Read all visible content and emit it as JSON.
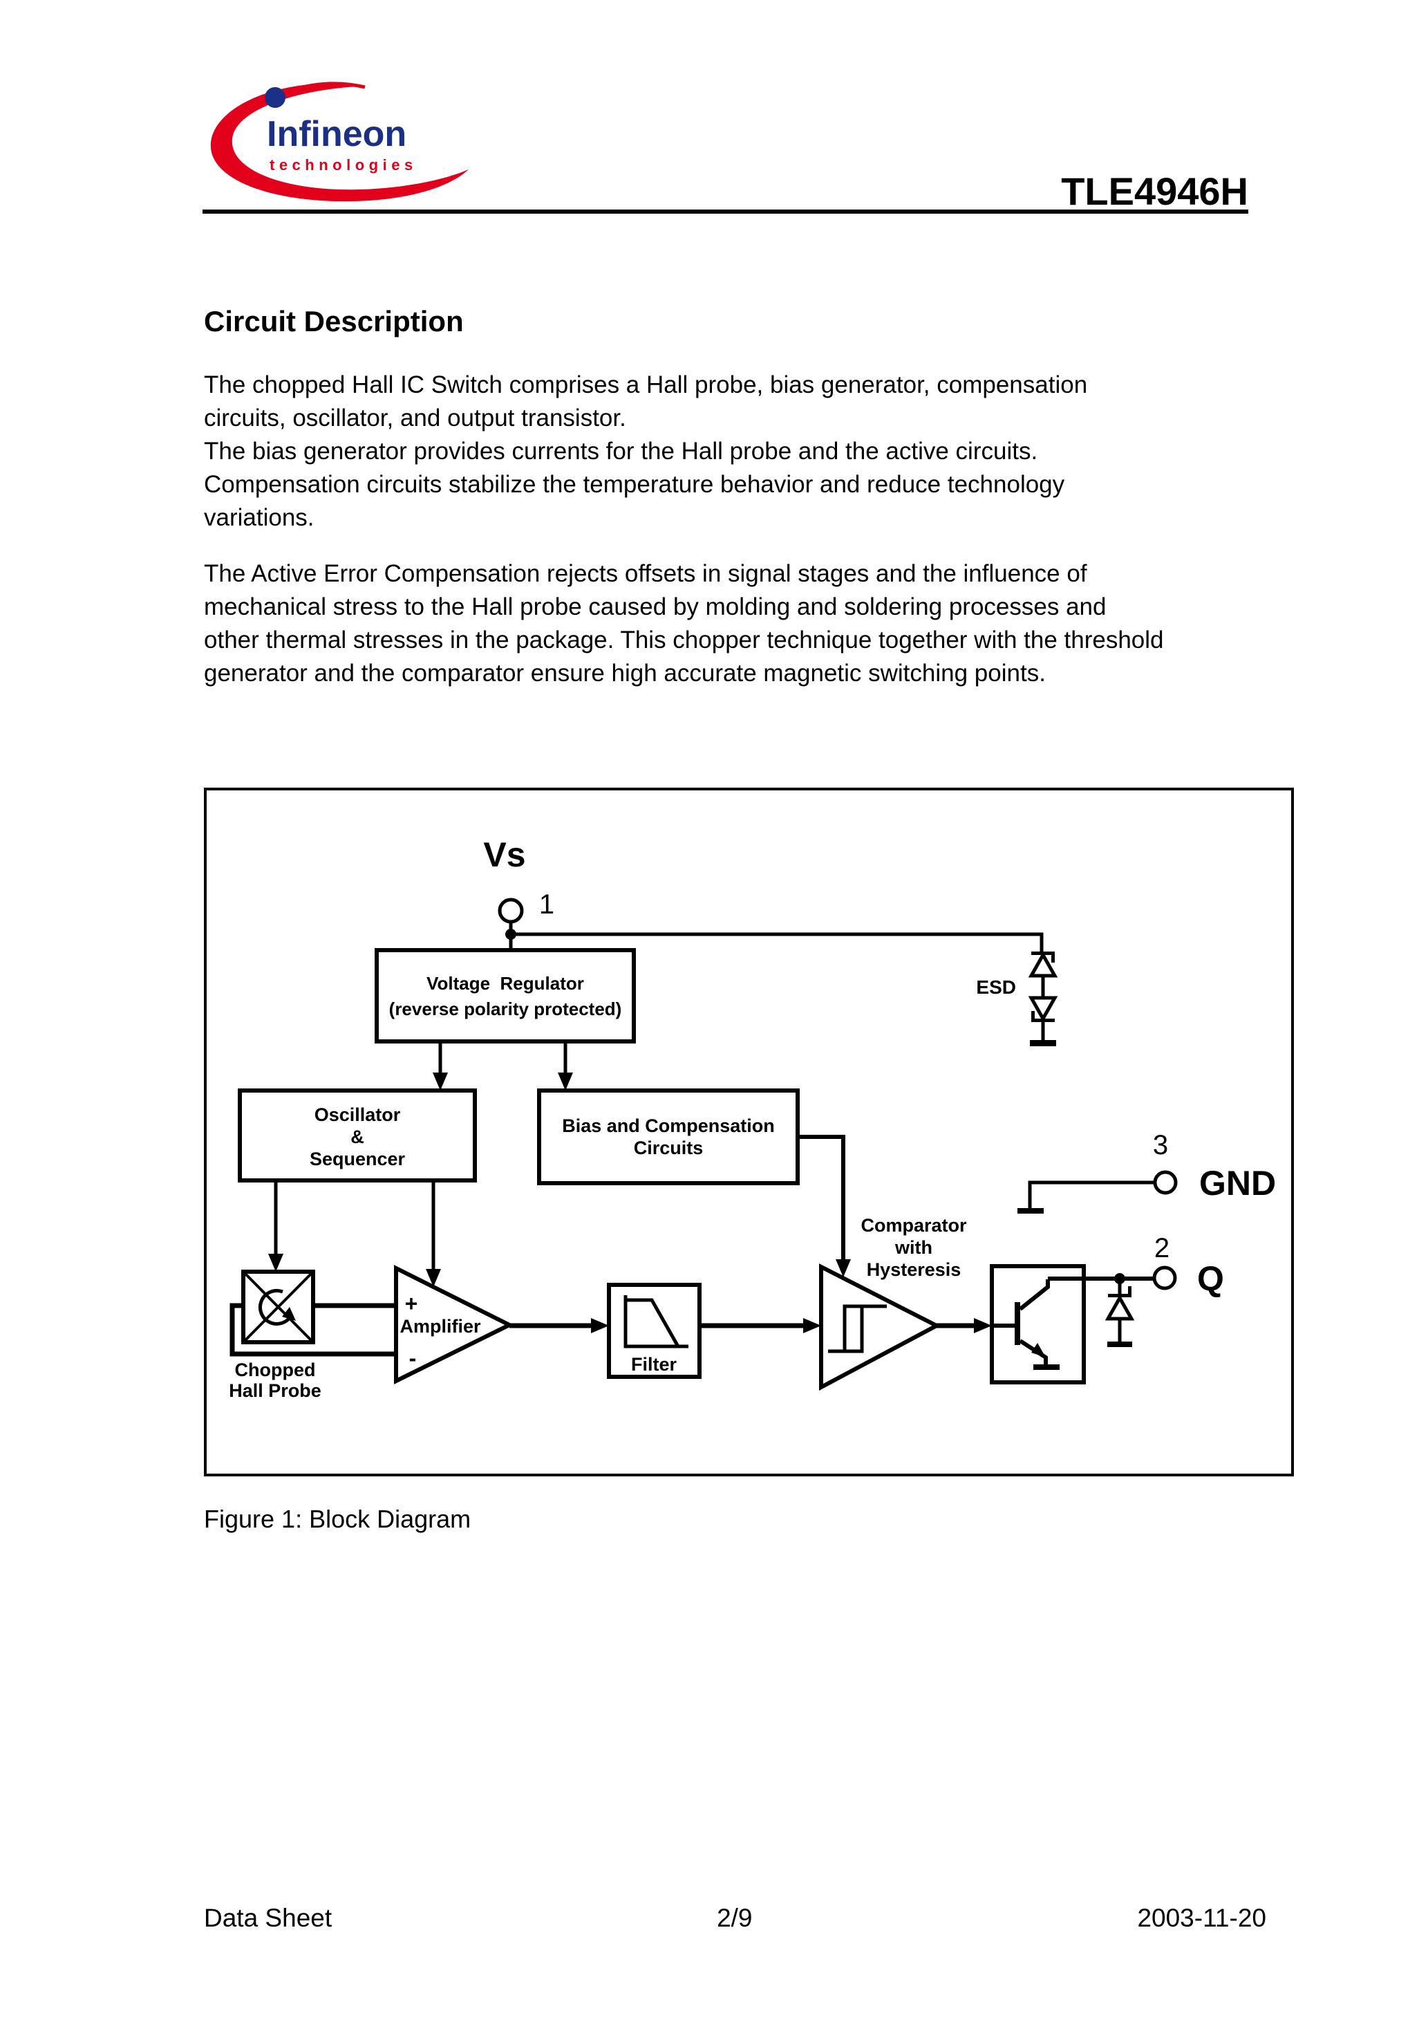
{
  "header": {
    "logo": {
      "brand": "Infineon",
      "sub": "technologies"
    },
    "title": "TLE4946H"
  },
  "content": {
    "heading": "Circuit Description",
    "para1": "The chopped Hall IC Switch comprises a Hall probe, bias generator, compensation\ncircuits, oscillator, and output transistor.\nThe bias generator provides currents for the Hall probe and the active circuits.\nCompensation circuits stabilize the temperature behavior and reduce technology\nvariations.",
    "para2": "The Active Error Compensation rejects offsets in signal stages and the influence of\nmechanical stress to the Hall probe caused by molding and soldering processes and\nother thermal stresses in the package. This chopper technique together with the threshold\ngenerator and the comparator ensure high accurate magnetic switching points."
  },
  "figure": {
    "caption": "Figure 1: Block Diagram",
    "pins": {
      "vs": "Vs",
      "pin1": "1",
      "pin2": "2",
      "pin3": "3",
      "gnd": "GND",
      "q": "Q"
    },
    "blocks": {
      "regulator_line1": "Voltage  Regulator",
      "regulator_line2": "(reverse polarity protected)",
      "osc_line1": "Oscillator",
      "osc_line2": "&",
      "osc_line3": "Sequencer",
      "bias_line1": "Bias and Compensation",
      "bias_line2": "Circuits",
      "comp_line1": "Comparator",
      "comp_line2": "with",
      "comp_line3": "Hysteresis",
      "amp_plus": "+",
      "amp_label": "Amplifier",
      "amp_minus": "-",
      "filter": "Filter",
      "esd": "ESD",
      "hall_line1": "Chopped",
      "hall_line2": "Hall Probe"
    }
  },
  "footer": {
    "left": "Data Sheet",
    "center": "2/9",
    "right": "2003-11-20"
  },
  "colors": {
    "ink": "#000000",
    "brand_blue": "#1c2f87",
    "brand_red": "#e2001a"
  }
}
